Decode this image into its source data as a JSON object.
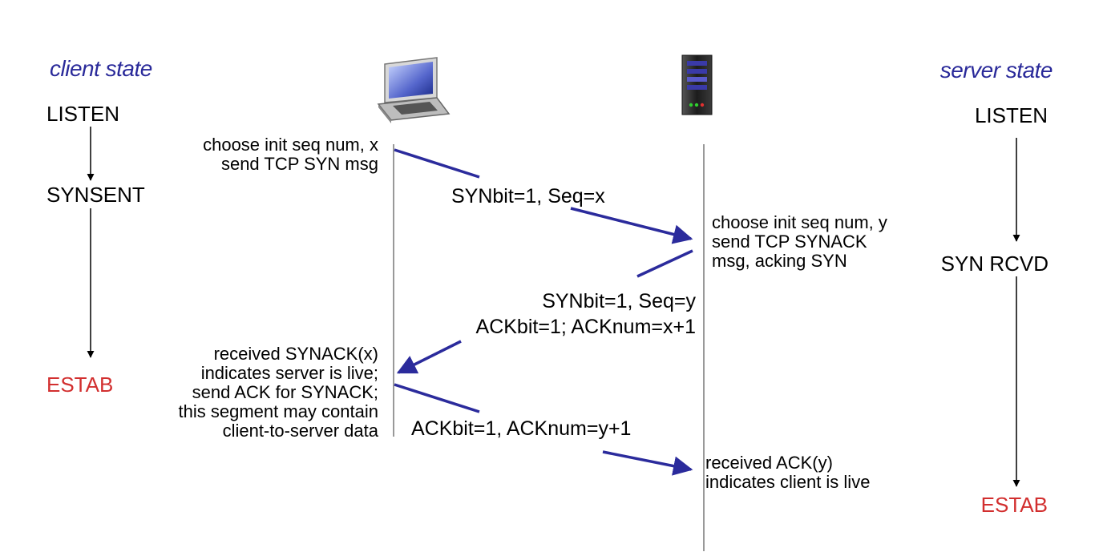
{
  "headers": {
    "client_state": "client state",
    "server_state": "server state"
  },
  "client": {
    "states": [
      "LISTEN",
      "SYNSENT",
      "ESTAB"
    ],
    "notes": {
      "init": [
        "choose init seq num, x",
        "send TCP SYN msg"
      ],
      "received": [
        "received SYNACK(x)",
        "indicates server is live;",
        "send ACK for SYNACK;",
        "this segment may contain",
        "client-to-server data"
      ]
    }
  },
  "server": {
    "states": [
      "LISTEN",
      "SYN RCVD",
      "ESTAB"
    ],
    "notes": {
      "init": [
        "choose init seq num, y",
        "send TCP SYNACK",
        "msg, acking SYN"
      ],
      "received": [
        "received ACK(y)",
        "indicates client is live"
      ]
    }
  },
  "messages": {
    "syn": "SYNbit=1, Seq=x",
    "synack": [
      "SYNbit=1, Seq=y",
      "ACKbit=1; ACKnum=x+1"
    ],
    "ack": "ACKbit=1, ACKnum=y+1"
  },
  "colors": {
    "header": "#2a2a9a",
    "estab": "#d22f2f",
    "arrow": "#2b2b9c",
    "timeline": "#999999"
  },
  "icons": {
    "client": "laptop-computer-icon",
    "server": "server-tower-icon"
  }
}
